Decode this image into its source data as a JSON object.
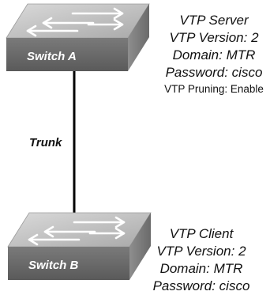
{
  "switch_a": {
    "label": "Switch A",
    "info": [
      "VTP Server",
      "VTP Version: 2",
      "Domain: MTR",
      "Password: cisco",
      "VTP Pruning: Enable"
    ]
  },
  "switch_b": {
    "label": "Switch B",
    "info": [
      "VTP Client",
      "VTP Version: 2",
      "Domain: MTR",
      "Password: cisco"
    ]
  },
  "link": {
    "label": "Trunk"
  },
  "colors": {
    "switch_top": "#c9c9c9",
    "switch_front": "#6d6d6d",
    "link": "#000000",
    "arrow": "#ffffff"
  }
}
